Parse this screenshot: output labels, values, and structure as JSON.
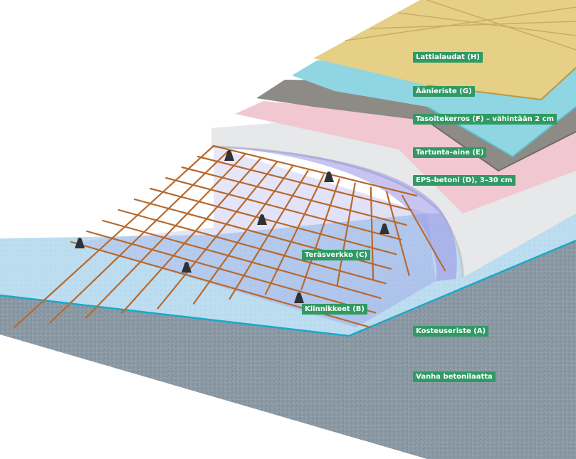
{
  "diagram": {
    "labels": {
      "floorboards": "Lattialaudat (H)",
      "sound_insulation": "Äänieriste (G)",
      "leveling_layer": "Tasoitekerros (F) – vähintään 2 cm",
      "primer": "Tartunta-aine (E)",
      "eps_concrete": "EPS-betoni (D), 3–30 cm",
      "steel_mesh": "Teräsverkko (C)",
      "fasteners": "Kiinnikkeet (B)",
      "moisture_barrier": "Kosteuseriste (A)",
      "old_slab": "Vanha betonilaatta"
    },
    "colors": {
      "label_bg": "#2f9a63",
      "label_text": "#ffffff",
      "floorboards": "#e6cf86",
      "sound_insulation": "#8fd6e2",
      "leveling_layer": "#8e8a86",
      "primer": "#f1c8d2",
      "eps_concrete": "#e6e8ea",
      "steel_mesh": "#b8692c",
      "fasteners": "#2e3237",
      "moisture_barrier": "#bcdcf0",
      "old_slab": "#8c9aa6"
    }
  }
}
